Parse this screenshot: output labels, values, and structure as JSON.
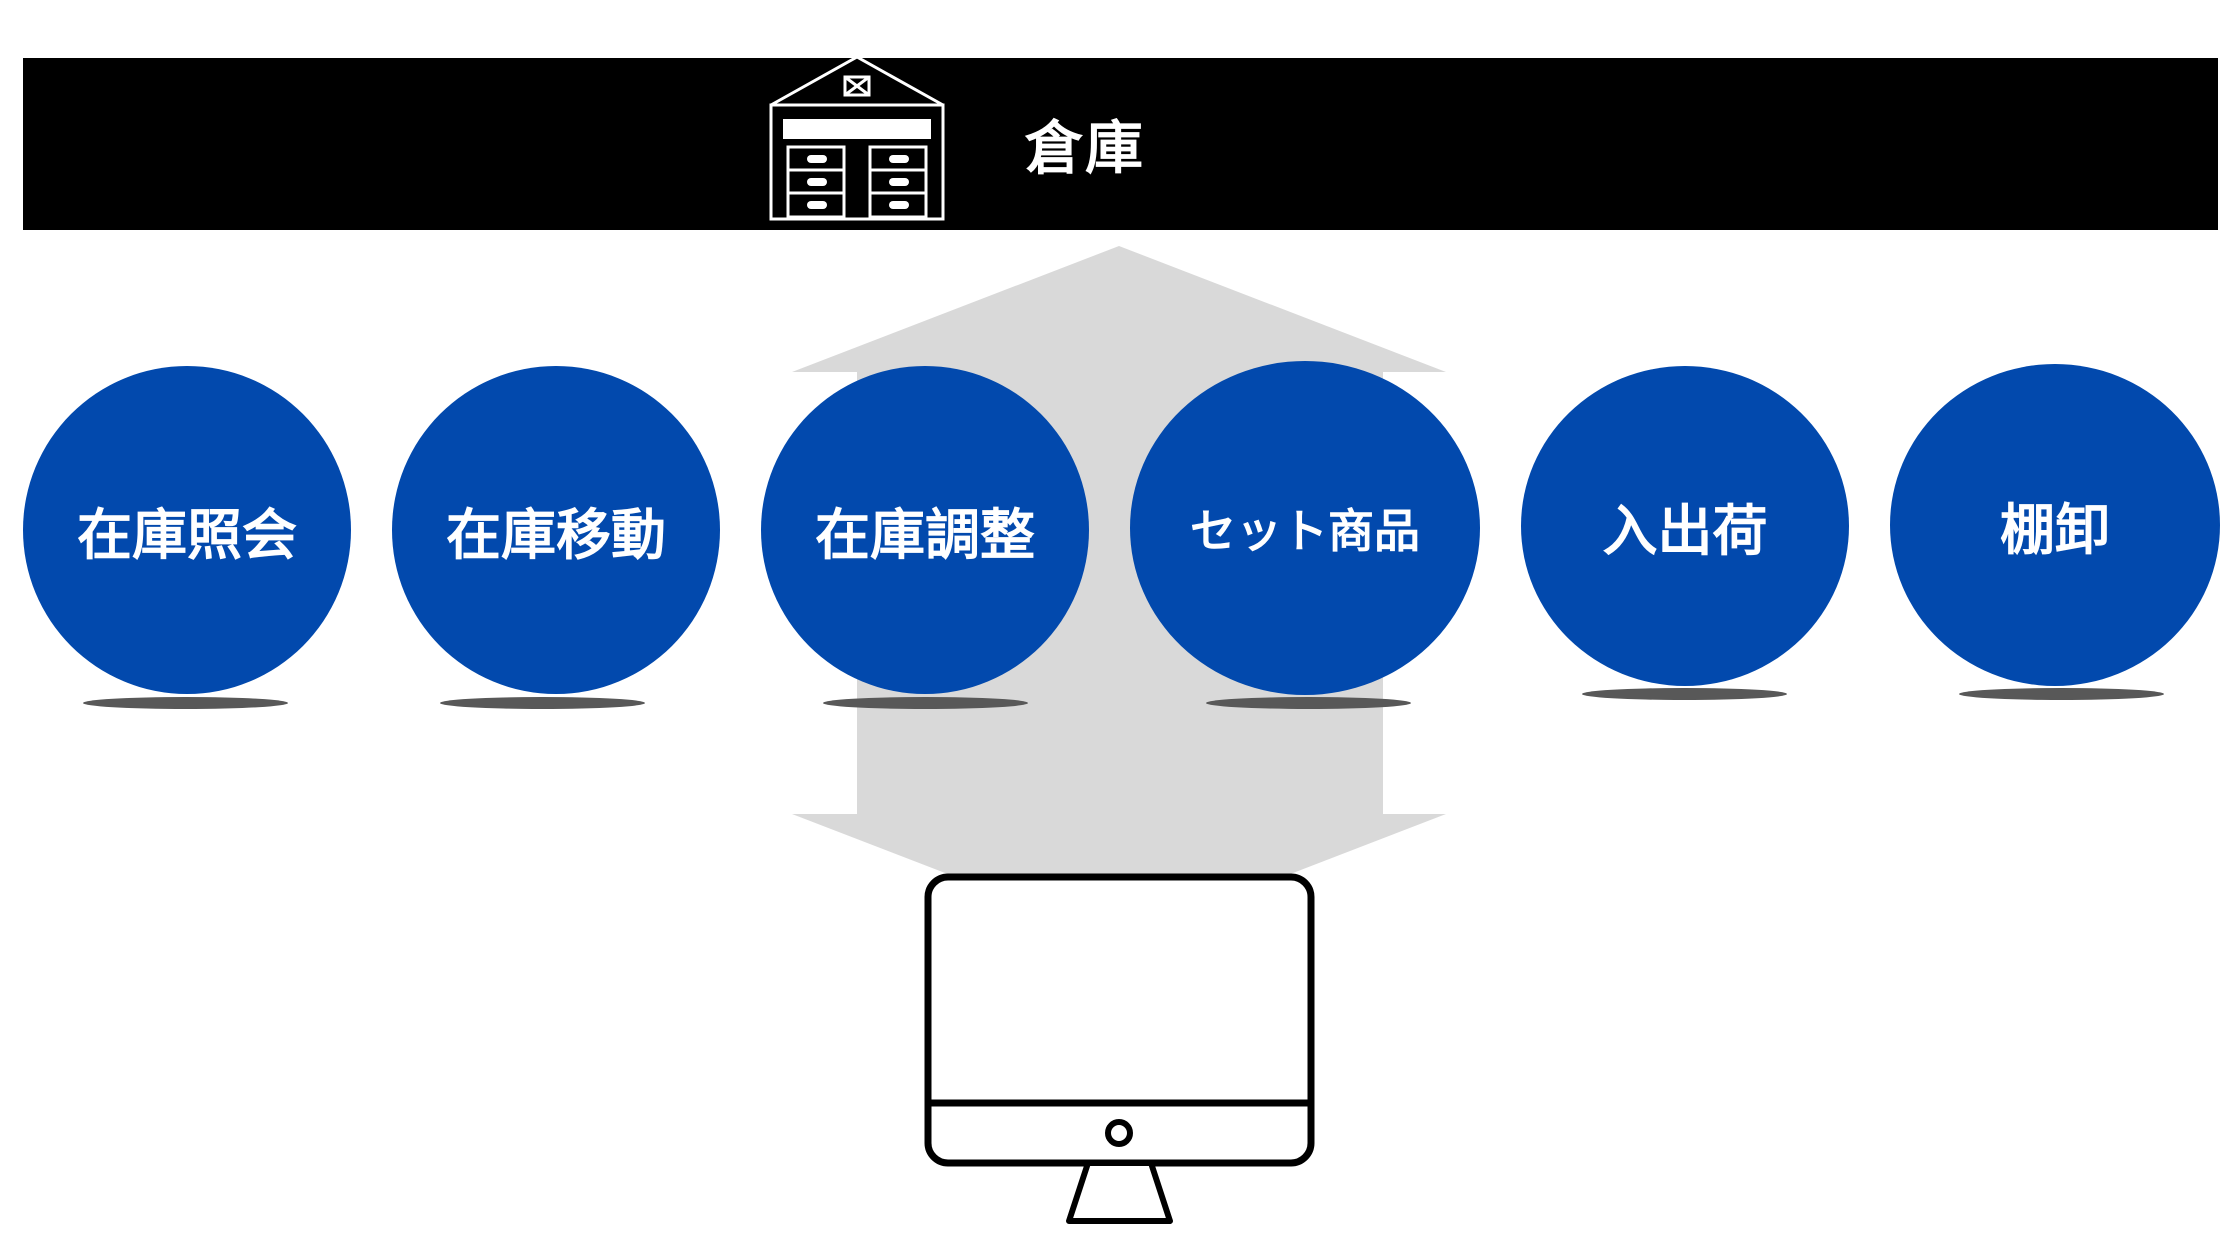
{
  "header": {
    "title": "倉庫",
    "icon": "warehouse-icon"
  },
  "features": [
    {
      "label": "在庫照会"
    },
    {
      "label": "在庫移動"
    },
    {
      "label": "在庫調整"
    },
    {
      "label": "セット商品"
    },
    {
      "label": "入出荷"
    },
    {
      "label": "棚卸"
    }
  ],
  "system": {
    "icon": "computer-monitor-icon"
  },
  "colors": {
    "header_background": "#000000",
    "feature_circle": "#0249ad",
    "arrow": "#d9d9d9",
    "shadow": "#585858"
  }
}
